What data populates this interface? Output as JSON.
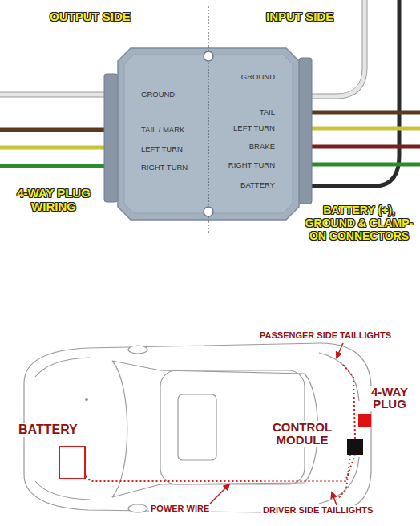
{
  "diagram": {
    "nodes": [
      {
        "text": [
          "GROUND",
          "TAIL / MARK",
          "LEFT TURN",
          "RIGHT TURN",
          "GROUND",
          "TAIL",
          "LEFT TURN",
          "BRAKE",
          "RIGHT TURN",
          "BATTERY"
        ]
      },
      {
        "text": [
          "BATTERY"
        ]
      },
      {
        "text": [
          "CONTROL MODULE"
        ]
      },
      {
        "text": [
          "4-WAY PLUG"
        ]
      }
    ],
    "edges": [
      {
        "from": 1,
        "to": 2,
        "arrow": "none"
      }
    ],
    "labels": [
      "OUTPUT SIDE",
      "INPUT SIDE",
      "4-WAY PLUG WIRING",
      "BATTERY (+), GROUND & CLAMP-ON CONNECTORS",
      "PASSENGER SIDE TAILLIGHTS",
      "POWER WIRE",
      "DRIVER SIDE TAILLIGHTS"
    ]
  }
}
